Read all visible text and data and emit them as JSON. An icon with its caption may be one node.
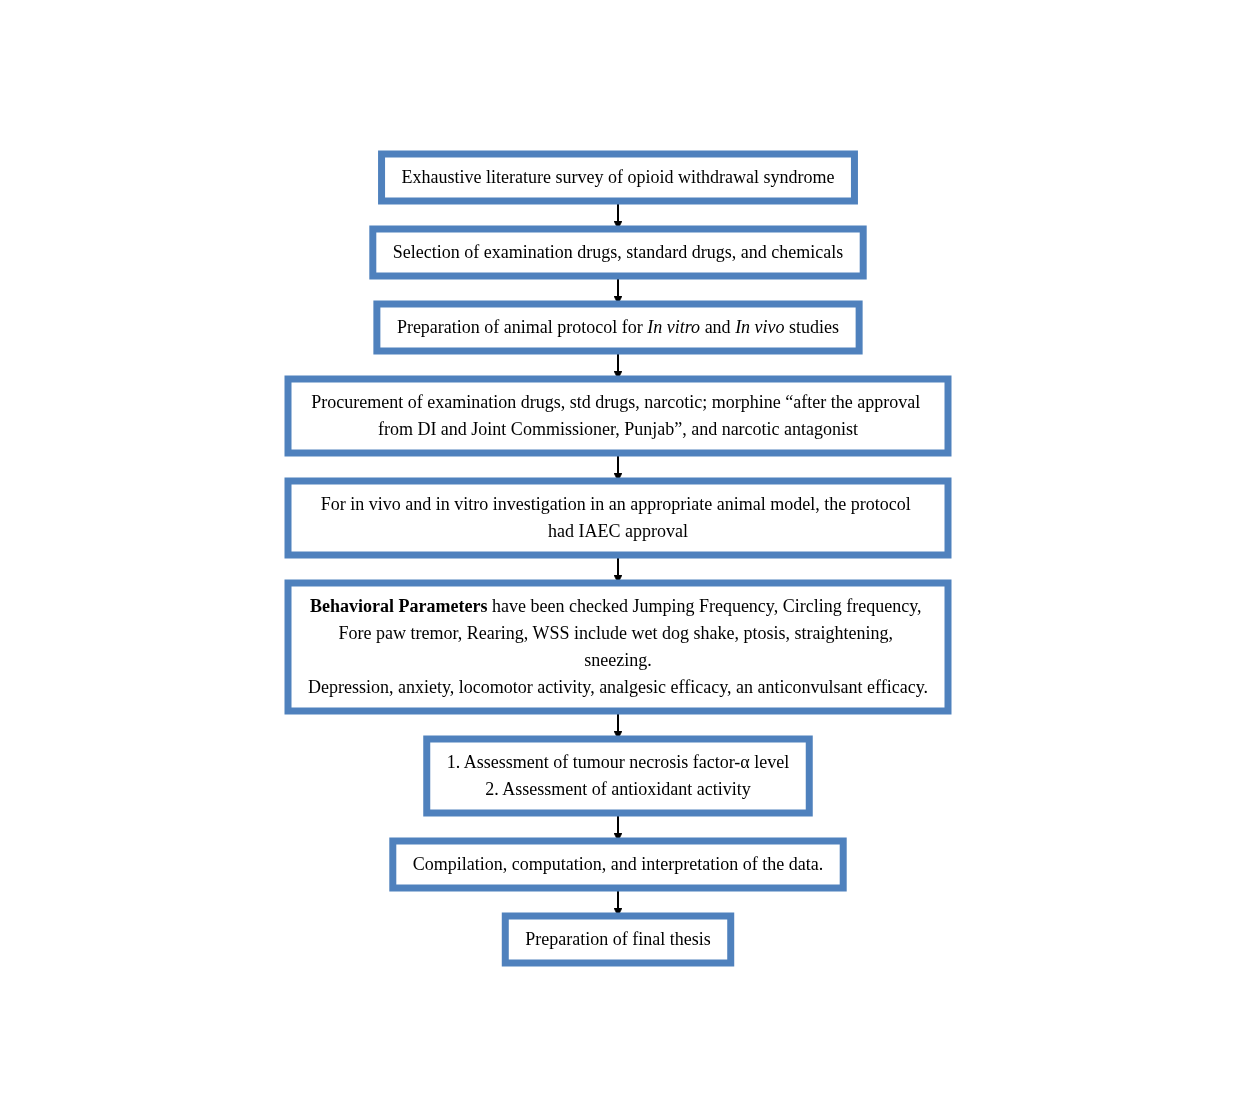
{
  "diagram": {
    "nodes": [
      {
        "text": [
          "Exhaustive literature survey of opioid withdrawal syndrome"
        ]
      },
      {
        "text": [
          "Selection of examination drugs, standard drugs, and chemicals"
        ]
      },
      {
        "text": [
          "Preparation of animal protocol for *In vitro* and *In vivo* studies"
        ]
      },
      {
        "text": [
          "Procurement of examination drugs, std drugs, narcotic; morphine “after the approval from DI and Joint Commissioner, Punjab”, and narcotic antagonist"
        ]
      },
      {
        "text": [
          "1. Assessment of tumour necrosis factor-α level",
          "2. Assessment of antioxidant activity"
        ]
      },
      {
        "text": [
          "**Behavioral Parameters** have been checked Jumping Frequency, Circling frequency, Fore paw tremor, Rearing, WSS include wet dog shake, ptosis, straightening, sneezing.",
          "Depression, anxiety, locomotor activity, analgesic efficacy, an anticonvulsant efficacy."
        ]
      },
      {
        "text": [
          "For in vivo and in vitro investigation in an appropriate animal model, the protocol had IAEC approval"
        ]
      },
      {
        "text": [
          "Compilation, computation, and interpretation of the data."
        ]
      },
      {
        "text": [
          "Preparation of final thesis"
        ]
      }
    ],
    "edges": [
      {
        "from": 0,
        "to": 1,
        "arrow": "to"
      },
      {
        "from": 1,
        "to": 2,
        "arrow": "to"
      },
      {
        "from": 2,
        "to": 3,
        "arrow": "to"
      },
      {
        "from": 3,
        "to": 6,
        "arrow": "to"
      },
      {
        "from": 6,
        "to": 5,
        "arrow": "to"
      },
      {
        "from": 5,
        "to": 4,
        "arrow": "to"
      },
      {
        "from": 4,
        "to": 7,
        "arrow": "to"
      },
      {
        "from": 7,
        "to": 8,
        "arrow": "to"
      }
    ]
  }
}
